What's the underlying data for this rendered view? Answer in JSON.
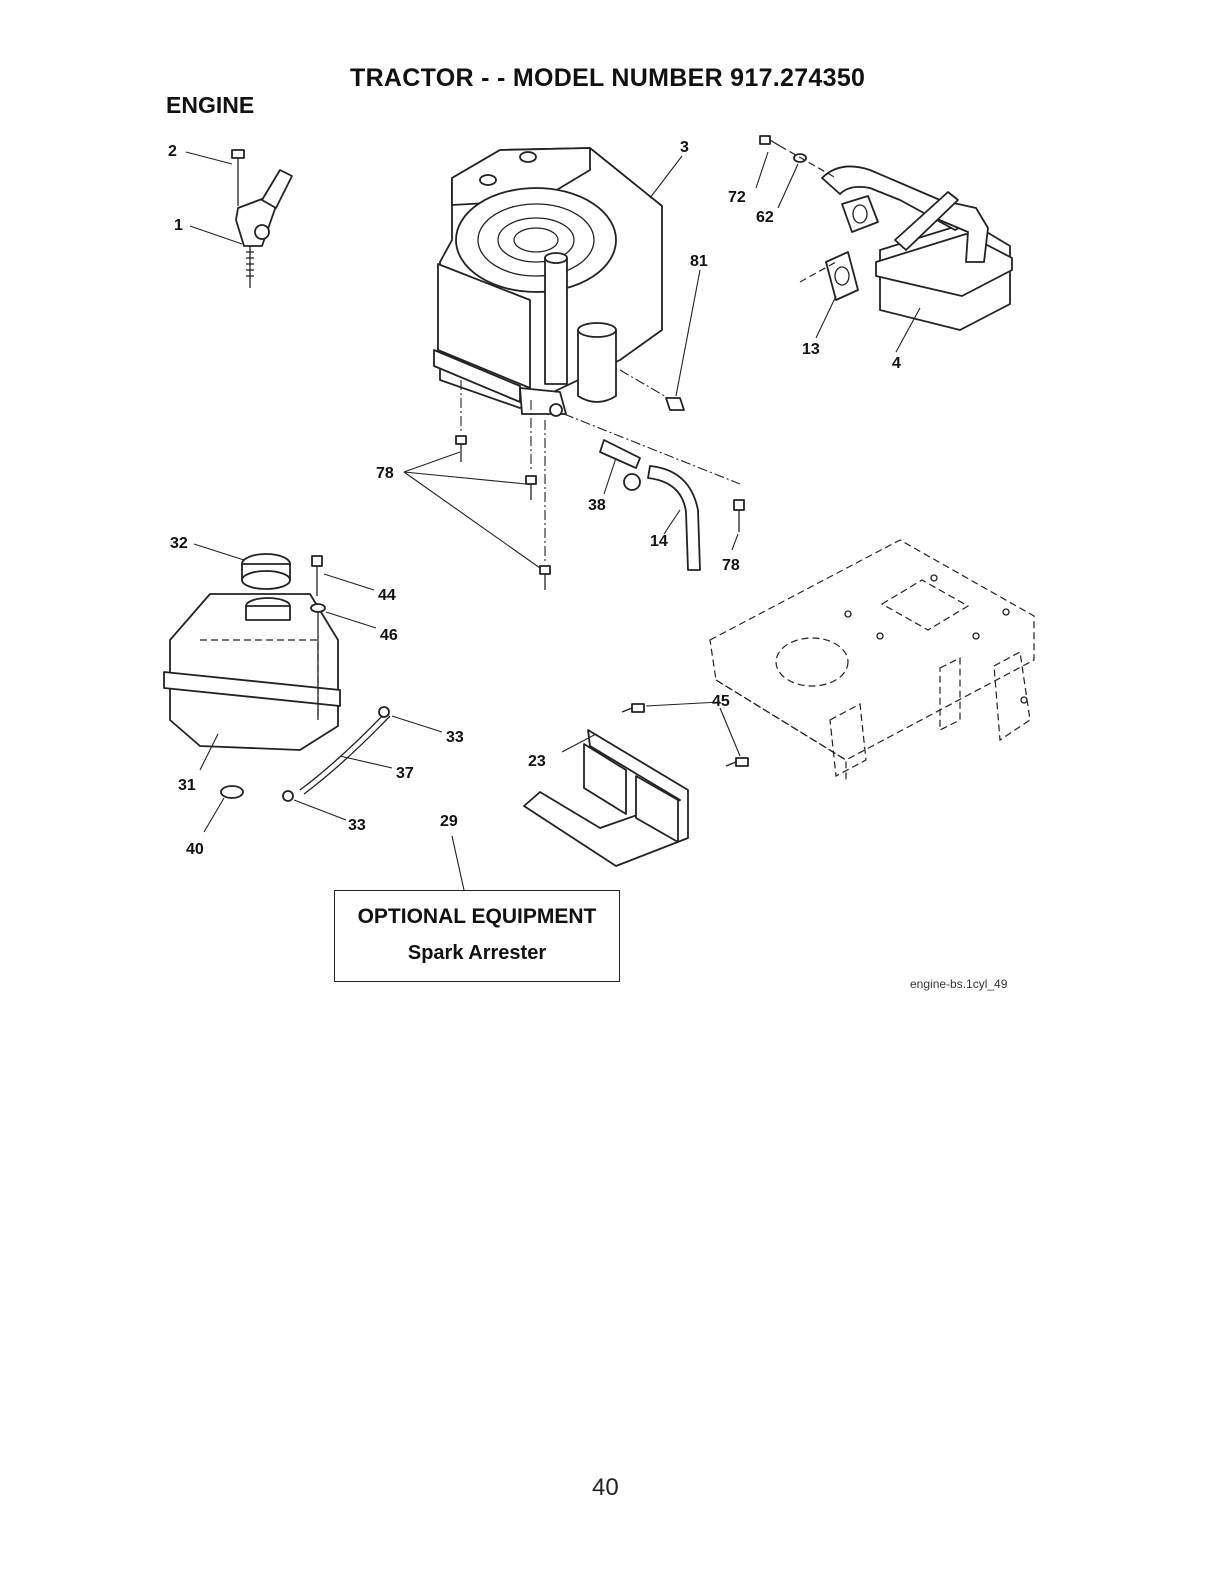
{
  "header": {
    "title": "TRACTOR - - MODEL NUMBER  917.274350",
    "section": "ENGINE"
  },
  "callouts": {
    "c1": "1",
    "c2": "2",
    "c3": "3",
    "c4": "4",
    "c13": "13",
    "c14": "14",
    "c23": "23",
    "c29": "29",
    "c31": "31",
    "c32": "32",
    "c33a": "33",
    "c33b": "33",
    "c37": "37",
    "c38": "38",
    "c40": "40",
    "c44": "44",
    "c45": "45",
    "c46": "46",
    "c62": "62",
    "c72": "72",
    "c78a": "78",
    "c78b": "78",
    "c81": "81"
  },
  "optional_box": {
    "title": "OPTIONAL EQUIPMENT",
    "subtitle": "Spark Arrester"
  },
  "figure_code": "engine-bs.1cyl_49",
  "page_number": "40"
}
